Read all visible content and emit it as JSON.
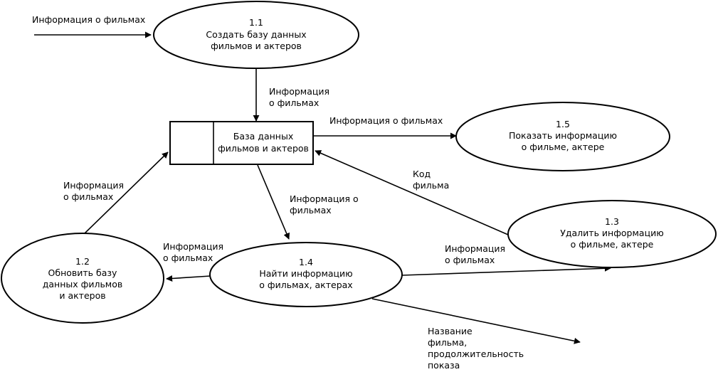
{
  "processes": {
    "p11": {
      "id": "1.1",
      "line1": "Создать базу данных",
      "line2": "фильмов и актеров"
    },
    "p12": {
      "id": "1.2",
      "line1": "Обновить базу",
      "line2": "данных фильмов",
      "line3": "и актеров"
    },
    "p13": {
      "id": "1.3",
      "line1": "Удалить информацию",
      "line2": "о фильме, актере"
    },
    "p14": {
      "id": "1.4",
      "line1": "Найти информацию",
      "line2": "о фильмах, актерах"
    },
    "p15": {
      "id": "1.5",
      "line1": "Показать информацию",
      "line2": "о фильме, актере"
    }
  },
  "store": {
    "line1": "База данных",
    "line2": "фильмов и актеров"
  },
  "flows": {
    "in_to_11": "Информация о фильмах",
    "f11_to_store": {
      "line1": "Информация",
      "line2": "о фильмах"
    },
    "store_to_15": "Информация о фильмах",
    "f12_to_store": {
      "line1": "Информация",
      "line2": "о фильмах"
    },
    "store_to_14": {
      "line1": "Информация о",
      "line2": "фильмах"
    },
    "f13_to_store": {
      "line1": "Код",
      "line2": "фильма"
    },
    "f14_to_12": {
      "line1": "Информация",
      "line2": "о фильмах"
    },
    "f14_to_13": {
      "line1": "Информация",
      "line2": "о фильмах"
    },
    "f14_out": {
      "line1": "Название",
      "line2": "фильма,",
      "line3": "продолжительность",
      "line4": "показа"
    }
  }
}
